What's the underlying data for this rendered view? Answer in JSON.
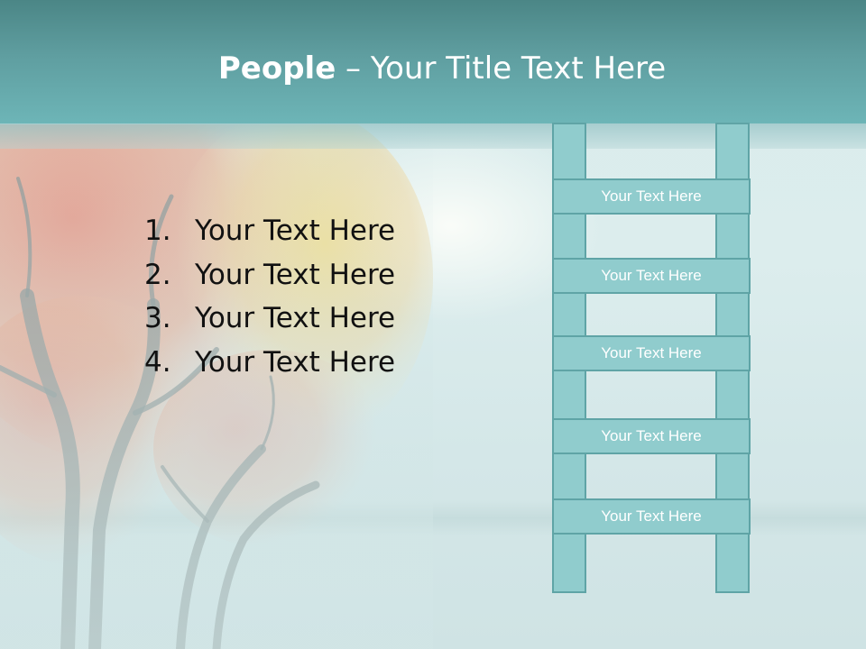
{
  "slide": {
    "title_bold": "People",
    "title_rest": " – Your Title Text Here",
    "list": [
      {
        "number": "1.",
        "text": "Your Text Here"
      },
      {
        "number": "2.",
        "text": "Your Text Here"
      },
      {
        "number": "3.",
        "text": "Your Text Here"
      },
      {
        "number": "4.",
        "text": "Your Text Here"
      }
    ],
    "ladder_rungs": [
      "Your Text Here",
      "Your Text Here",
      "Your Text Here",
      "Your Text Here",
      "Your Text Here"
    ]
  },
  "colors": {
    "header": "#5f9ea0",
    "ladder_fill": "#90cccd",
    "ladder_border": "#5fa4a6"
  }
}
